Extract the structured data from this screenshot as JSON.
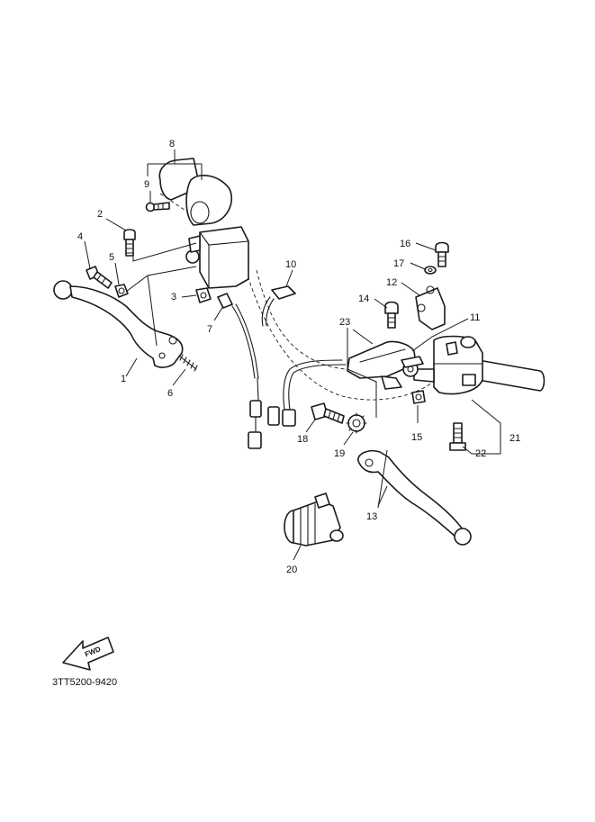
{
  "diagram": {
    "reference_code": "3TT5200-9420",
    "direction_arrow": "FWD",
    "callouts": [
      "1",
      "2",
      "3",
      "4",
      "5",
      "6",
      "7",
      "8",
      "9",
      "10",
      "11",
      "12",
      "13",
      "14",
      "15",
      "16",
      "17",
      "18",
      "19",
      "20",
      "21",
      "22",
      "23"
    ]
  },
  "colors": {
    "ink": "#1a1a1a",
    "paper": "#ffffff"
  }
}
